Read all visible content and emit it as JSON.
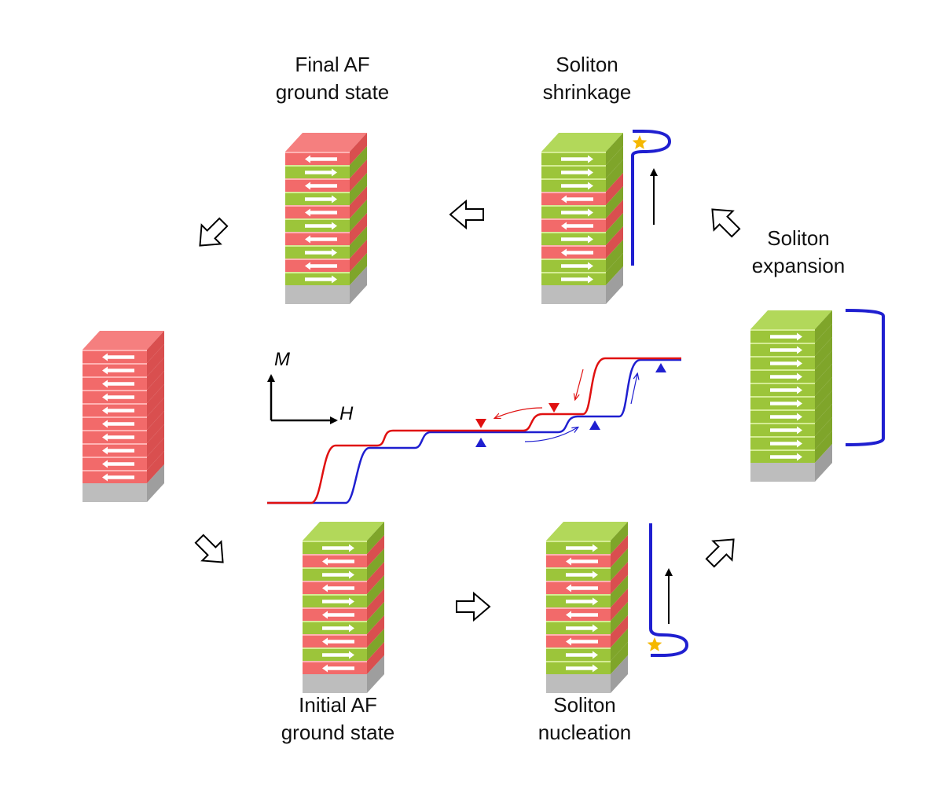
{
  "labels": {
    "final": [
      "Final AF",
      "ground state"
    ],
    "shrinkage": [
      "Soliton",
      "shrinkage"
    ],
    "expansion": [
      "Soliton",
      "expansion"
    ],
    "initial": [
      "Initial AF",
      "ground state"
    ],
    "nucleation": [
      "Soliton",
      "nucleation"
    ]
  },
  "axes": {
    "y": "M",
    "x": "H"
  },
  "colors": {
    "red_layer": "#f26a6a",
    "green_layer": "#9cc53a",
    "substrate": "#bdbdbd",
    "blue_curve": "#1f1fd0",
    "red_curve": "#e01010",
    "star": "#f5b800"
  },
  "stacks": [
    {
      "id": "final",
      "layers": [
        "R",
        "G",
        "R",
        "G",
        "R",
        "G",
        "R",
        "G",
        "R",
        "G"
      ]
    },
    {
      "id": "shrinkage",
      "layers": [
        "G",
        "G",
        "G",
        "R",
        "G",
        "R",
        "G",
        "R",
        "G",
        "G"
      ]
    },
    {
      "id": "expansion",
      "layers": [
        "G",
        "G",
        "G",
        "G",
        "G",
        "G",
        "G",
        "G",
        "G",
        "G"
      ]
    },
    {
      "id": "saturated-negative",
      "layers": [
        "R",
        "R",
        "R",
        "R",
        "R",
        "R",
        "R",
        "R",
        "R",
        "R"
      ]
    },
    {
      "id": "initial",
      "layers": [
        "G",
        "R",
        "G",
        "R",
        "G",
        "R",
        "G",
        "R",
        "G",
        "R"
      ]
    },
    {
      "id": "nucleation",
      "layers": [
        "G",
        "R",
        "G",
        "R",
        "G",
        "R",
        "G",
        "R",
        "G",
        "G"
      ]
    }
  ]
}
